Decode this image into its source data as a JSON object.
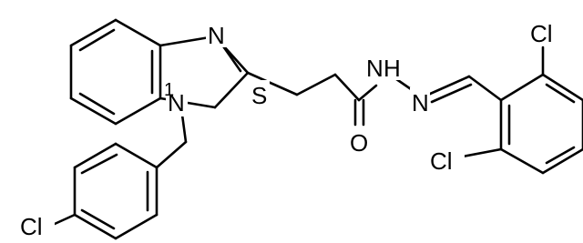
{
  "molecule": {
    "atoms": [
      {
        "id": "N_imidazole",
        "symbol": "N"
      },
      {
        "id": "N_ring_1",
        "symbol": "N"
      },
      {
        "id": "N_ring_1_locant",
        "symbol": "1"
      },
      {
        "id": "S_thioether",
        "symbol": "S"
      },
      {
        "id": "NH_hydrazide",
        "symbol": "N"
      },
      {
        "id": "NH_hydrazide_H",
        "symbol": "H"
      },
      {
        "id": "N_imine",
        "symbol": "N"
      },
      {
        "id": "O_carbonyl",
        "symbol": "O"
      },
      {
        "id": "Cl_upper",
        "symbol": "Cl"
      },
      {
        "id": "Cl_lower",
        "symbol": "Cl"
      },
      {
        "id": "Cl_benzyl",
        "symbol": "Cl"
      }
    ],
    "colors": {
      "bond": "#000000",
      "label": "#000000",
      "background": "#ffffff"
    }
  }
}
